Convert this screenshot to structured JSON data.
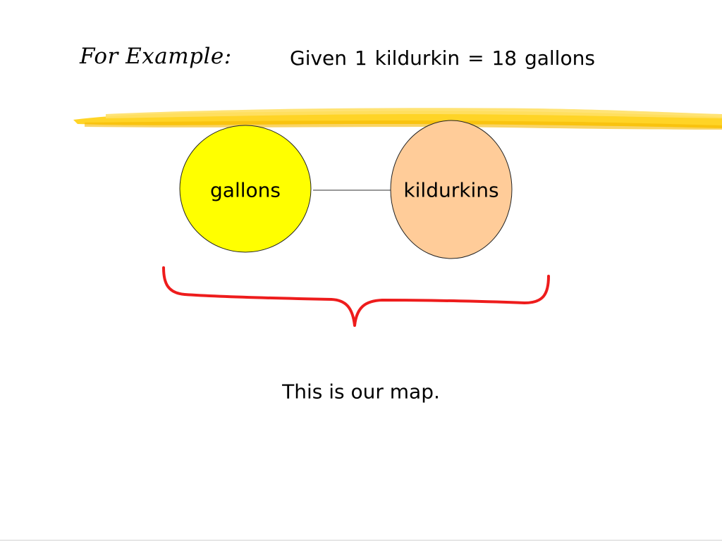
{
  "header": {
    "label": "For Example:",
    "given_text": "Given   1 kildurkin = 18 gallons"
  },
  "diagram": {
    "nodes": [
      {
        "id": "gallons",
        "label": "gallons",
        "color": "#ffff00"
      },
      {
        "id": "kildurkins",
        "label": "kildurkins",
        "color": "#ffcc99"
      }
    ],
    "edges": [
      {
        "from": "gallons",
        "to": "kildurkins"
      }
    ],
    "brace_color": "#ee1c1c",
    "highlight_color": "#ffcc00"
  },
  "caption": "This is our map."
}
